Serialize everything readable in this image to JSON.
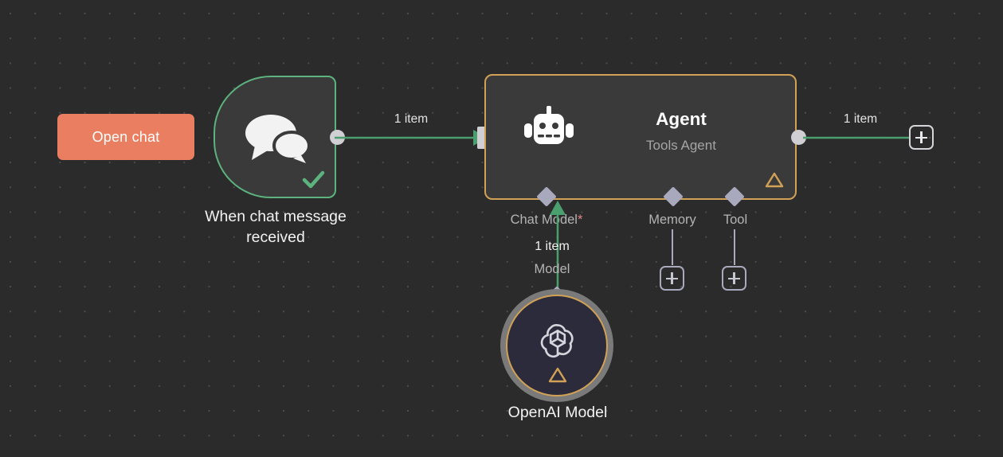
{
  "canvas": {
    "background_color": "#2b2b2b",
    "dot_color": "#4c4c4c"
  },
  "colors": {
    "accent_coral": "#ea7e61",
    "trigger_green": "#5cb37e",
    "connection_green": "#4b9e6d",
    "agent_amber": "#d1a155",
    "node_fill": "#3a3a3a",
    "connector_purple": "#a9a9be",
    "port_gray": "#cfcfd4",
    "required_red": "#e08585"
  },
  "open_chat": {
    "label": "Open chat",
    "icon": "chat-button"
  },
  "trigger_node": {
    "label": "When chat message received",
    "icon": "chat-bubbles-icon",
    "status_icon": "check-icon",
    "output_port": "trigger-output-dot"
  },
  "connections": {
    "trigger_to_agent": {
      "label": "1 item",
      "color": "#4b9e6d"
    },
    "agent_to_next": {
      "label": "1 item",
      "color": "#4b9e6d",
      "add_button_icon": "plus-icon"
    },
    "model_to_agent": {
      "item_label": "1 item",
      "port_label": "Model",
      "color": "#4b9e6d"
    }
  },
  "agent_node": {
    "title": "Agent",
    "subtitle": "Tools Agent",
    "icon": "robot-icon",
    "warning_icon": "warning-triangle-icon",
    "input_port": "agent-input-port",
    "output_port": "agent-output-dot",
    "sub_connectors": [
      {
        "label": "Chat Model",
        "required": true,
        "required_marker": "*",
        "name": "chat-model"
      },
      {
        "label": "Memory",
        "required": false,
        "required_marker": "",
        "name": "memory"
      },
      {
        "label": "Tool",
        "required": false,
        "required_marker": "",
        "name": "tool"
      }
    ],
    "add_buttons": [
      {
        "for": "memory",
        "icon": "plus-icon"
      },
      {
        "for": "tool",
        "icon": "plus-icon"
      }
    ]
  },
  "openai_node": {
    "label": "OpenAI Model",
    "icon": "openai-logo-icon",
    "warning_icon": "warning-triangle-icon",
    "ring_color": "#d1a155",
    "fill_color": "#2b2b3c"
  }
}
